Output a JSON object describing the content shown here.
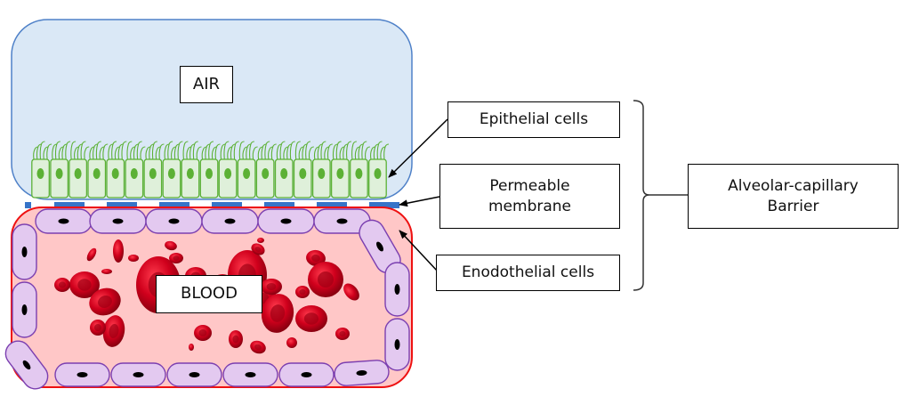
{
  "diagram": {
    "title": "Alveolar-capillary barrier",
    "regions": {
      "air": {
        "label": "AIR",
        "fill": "#dae8f6",
        "stroke": "#4f81c8"
      },
      "blood": {
        "label": "BLOOD",
        "fill": "#ffc7c7",
        "stroke": "#ee1111"
      }
    },
    "layers": {
      "epithelial": {
        "label": "Epithelial cells",
        "cell_count": 19,
        "fill": "#dff0da",
        "stroke": "#5cb135",
        "nucleus": "#5cb135"
      },
      "membrane": {
        "label_line1": "Permeable",
        "label_line2": "membrane",
        "color": "#3674c8"
      },
      "endothelial": {
        "label": "Enodothelial cells",
        "fill": "#e3c9f0",
        "stroke": "#7b3fb0",
        "nucleus": "#000000"
      }
    },
    "group": {
      "label_line1": "Alveolar-capillary",
      "label_line2": "Barrier"
    },
    "rbc_color": "#c8001a"
  }
}
